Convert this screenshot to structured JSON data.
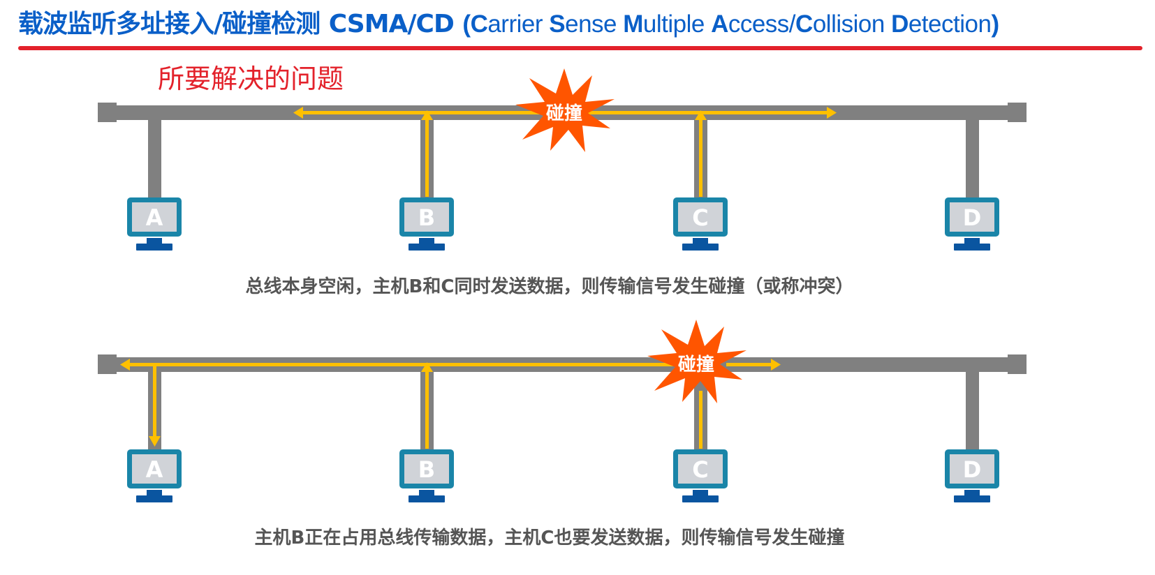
{
  "title": {
    "chinese": "载波监听多址接入/碰撞检测",
    "acronym": "CSMA/CD",
    "expansion_parts": [
      {
        "initial": "C",
        "rest": "arrier "
      },
      {
        "initial": "S",
        "rest": "ense "
      },
      {
        "initial": "M",
        "rest": "ultiple "
      },
      {
        "initial": "A",
        "rest": "ccess/"
      },
      {
        "initial": "C",
        "rest": "ollision "
      },
      {
        "initial": "D",
        "rest": "etection"
      }
    ],
    "open_paren": "(",
    "close_paren": ")"
  },
  "subtitle": "所要解决的问题",
  "colors": {
    "title_blue": "#0a5fc8",
    "underline_red": "#e3222b",
    "bus_gray": "#808080",
    "signal_yellow": "#ffc000",
    "collision_orange": "#ff5500",
    "monitor_frame": "#1a85a8",
    "monitor_screen": "#d0d3d8",
    "monitor_base": "#0a55a0"
  },
  "scenarios": [
    {
      "hosts": [
        "A",
        "B",
        "C",
        "D"
      ],
      "senders": [
        "B",
        "C"
      ],
      "collision_label": "碰撞",
      "caption": "总线本身空闲，主机B和C同时发送数据，则传输信号发生碰撞（或称冲突）"
    },
    {
      "hosts": [
        "A",
        "B",
        "C",
        "D"
      ],
      "senders": [
        "B",
        "C"
      ],
      "collision_label": "碰撞",
      "caption": "主机B正在占用总线传输数据，主机C也要发送数据，则传输信号发生碰撞"
    }
  ]
}
